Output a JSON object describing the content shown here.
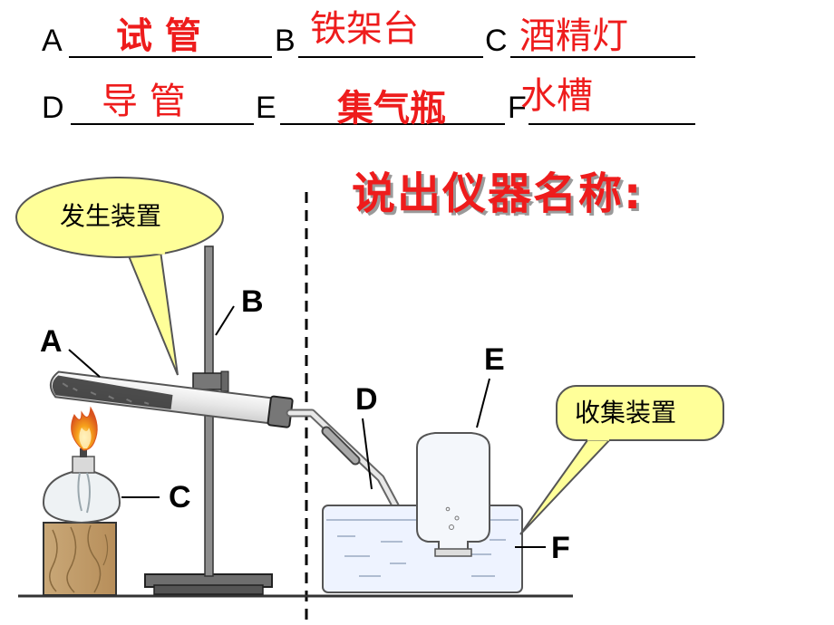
{
  "quiz": {
    "rows": [
      [
        {
          "letter": "A",
          "answer": "试 管",
          "style": "bold"
        },
        {
          "letter": "B",
          "answer": "铁架台",
          "style": "thin"
        },
        {
          "letter": "C",
          "answer": "酒精灯",
          "style": "thin"
        }
      ],
      [
        {
          "letter": "D",
          "answer": "导 管",
          "style": "thin"
        },
        {
          "letter": "E",
          "answer": "集气瓶",
          "style": "bold"
        },
        {
          "letter": "F",
          "answer": "水槽",
          "style": "thin"
        }
      ]
    ]
  },
  "title": "说出仪器名称:",
  "callouts": {
    "generation": "发生装置",
    "collection": "收集装置"
  },
  "labels": {
    "a": "A",
    "b": "B",
    "c": "C",
    "d": "D",
    "e": "E",
    "f": "F"
  },
  "colors": {
    "answer_red": "#ee1c1c",
    "callout_fill": "#ffff99",
    "water": "#eef3ff"
  }
}
